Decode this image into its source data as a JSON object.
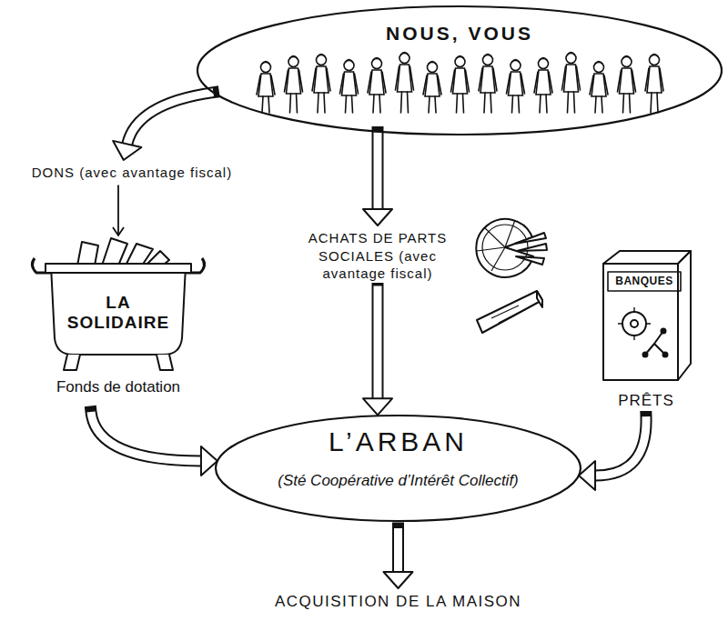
{
  "diagram": {
    "nodes": [
      {
        "text": [
          "NOUS, VOUS"
        ]
      },
      {
        "text": [
          "LA SOLIDAIRE",
          "Fonds de dotation"
        ]
      },
      {
        "text": [
          "BANQUES"
        ]
      },
      {
        "text": [
          "L’ARBAN",
          "(Sté Coopérative d’Intérêt Collectif)"
        ]
      }
    ],
    "edges": [
      {
        "from": 0,
        "to": 1,
        "arrow": "to",
        "label": "DONS (avec avantage fiscal)"
      },
      {
        "from": 0,
        "to": 3,
        "arrow": "to",
        "label": "ACHATS DE PARTS SOCIALES (avec avantage fiscal)"
      },
      {
        "from": 1,
        "to": 3,
        "arrow": "to"
      },
      {
        "from": 2,
        "to": 3,
        "arrow": "to",
        "label": "PRÊTS"
      }
    ],
    "labels": [
      "ACQUISITION DE LA MAISON"
    ]
  }
}
